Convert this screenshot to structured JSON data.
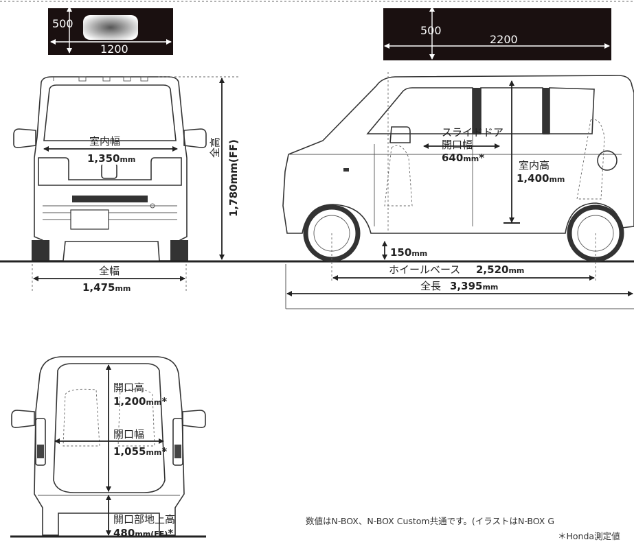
{
  "luggage_front": {
    "height_label": "500",
    "width_label": "1200"
  },
  "luggage_side": {
    "height_label": "500",
    "width_label": "2200"
  },
  "front_view": {
    "interior_width_label": "室内幅",
    "interior_width_value": "1,350",
    "interior_width_unit": "mm",
    "overall_width_label": "全幅",
    "overall_width_value": "1,475",
    "overall_width_unit": "mm",
    "overall_height_label": "全高",
    "overall_height_value": "1,780mm(FF)"
  },
  "side_view": {
    "slide_door_label_1": "スライドドア",
    "slide_door_label_2": "開口幅",
    "slide_door_value": "640",
    "slide_door_unit": "mm",
    "slide_door_star": "*",
    "interior_height_label": "室内高",
    "interior_height_value": "1,400",
    "interior_height_unit": "mm",
    "ground_clearance_value": "150",
    "ground_clearance_unit": "mm",
    "wheelbase_label": "ホイールベース",
    "wheelbase_value": "2,520",
    "wheelbase_unit": "mm",
    "overall_length_label": "全長",
    "overall_length_value": "3,395",
    "overall_length_unit": "mm"
  },
  "rear_view": {
    "opening_height_label": "開口高",
    "opening_height_value": "1,200",
    "opening_height_unit": "mm",
    "opening_height_star": "*",
    "opening_width_label": "開口幅",
    "opening_width_value": "1,055",
    "opening_width_unit": "mm",
    "opening_width_star": "*",
    "sill_height_label": "開口部地上高",
    "sill_height_value": "480",
    "sill_height_unit": "mm",
    "sill_height_ff": "(FF)",
    "sill_height_star": "*"
  },
  "notes": {
    "line1": "数値はN-BOX、N-BOX Custom共通です。(イラストはN-BOX G",
    "line2": "＊Honda測定値"
  }
}
